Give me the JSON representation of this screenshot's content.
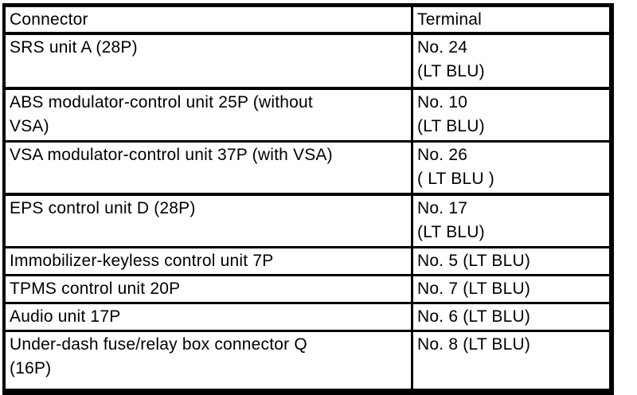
{
  "table": {
    "headers": {
      "connector": "Connector",
      "terminal": "Terminal"
    },
    "rows": [
      {
        "connector": "SRS unit A (28P)",
        "terminal": "No. 24\n(LT BLU)"
      },
      {
        "connector": "ABS modulator-control unit 25P (without\nVSA)",
        "terminal": "No. 10\n(LT BLU)"
      },
      {
        "connector": "VSA modulator-control unit 37P (with VSA)",
        "terminal": "No. 26\n( LT BLU )"
      },
      {
        "connector": "EPS control unit D (28P)",
        "terminal": "No. 17\n(LT BLU)"
      },
      {
        "connector": "Immobilizer-keyless control unit 7P",
        "terminal": "No. 5 (LT BLU)"
      },
      {
        "connector": "TPMS control unit 20P",
        "terminal": "No. 7 (LT BLU)"
      },
      {
        "connector": "Audio unit 17P",
        "terminal": "No. 6 (LT BLU)"
      },
      {
        "connector": "Under-dash fuse/relay box connector Q\n(16P)",
        "terminal": "No. 8 (LT BLU)"
      }
    ],
    "colors": {
      "border": "#000000",
      "background": "#ffffff",
      "text": "#000000"
    }
  }
}
